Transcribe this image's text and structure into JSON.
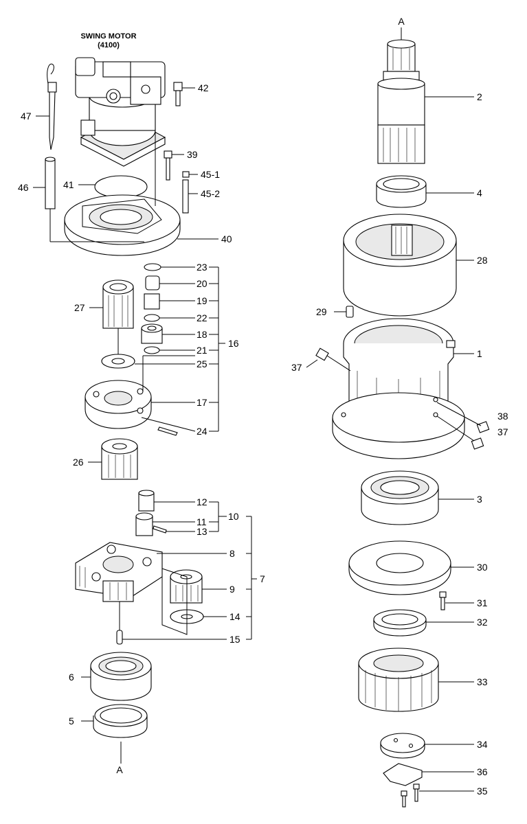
{
  "title": {
    "line1": "SWING MOTOR",
    "line2": "(4100)"
  },
  "labels": {
    "A_top": "A",
    "A_bottom": "A",
    "p1": "1",
    "p2": "2",
    "p3": "3",
    "p4": "4",
    "p5": "5",
    "p6": "6",
    "p7": "7",
    "p8": "8",
    "p9": "9",
    "p10": "10",
    "p11": "11",
    "p12": "12",
    "p13": "13",
    "p14": "14",
    "p15": "15",
    "p16": "16",
    "p17": "17",
    "p18": "18",
    "p19": "19",
    "p20": "20",
    "p21": "21",
    "p22": "22",
    "p23": "23",
    "p24": "24",
    "p25": "25",
    "p26": "26",
    "p27": "27",
    "p28": "28",
    "p29": "29",
    "p30": "30",
    "p31": "31",
    "p32": "32",
    "p33": "33",
    "p34": "34",
    "p35": "35",
    "p36": "36",
    "p37a": "37",
    "p37b": "37",
    "p38": "38",
    "p39": "39",
    "p40": "40",
    "p41": "41",
    "p42": "42",
    "p45_1": "45-1",
    "p45_2": "45-2",
    "p46": "46",
    "p47": "47"
  }
}
